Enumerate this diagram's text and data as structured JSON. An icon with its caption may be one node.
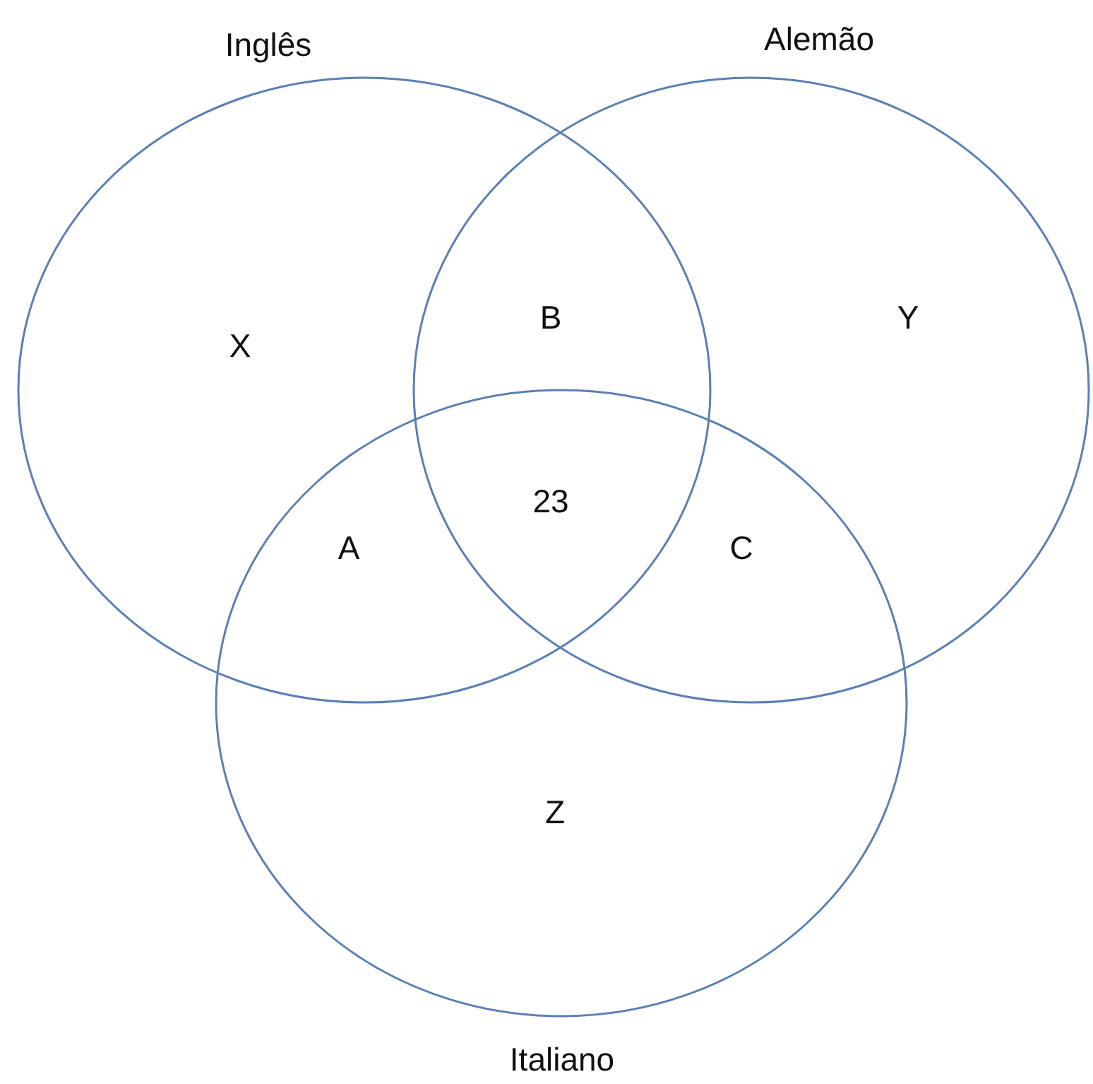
{
  "diagram": {
    "nodes": [
      {
        "text": [
          "Inglês"
        ]
      },
      {
        "text": [
          "Alemão"
        ]
      },
      {
        "text": [
          "Italiano"
        ]
      }
    ],
    "labels": [
      "X",
      "B",
      "Y",
      "23",
      "A",
      "C",
      "Z"
    ]
  }
}
